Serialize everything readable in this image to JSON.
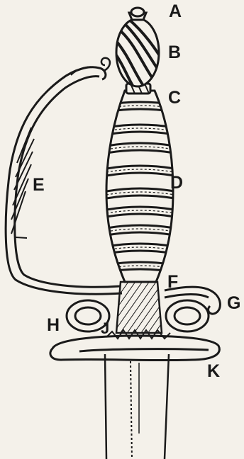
{
  "labels": {
    "a": "A",
    "b": "B",
    "c": "C",
    "d": "D",
    "e": "E",
    "f": "F",
    "g": "G",
    "h": "H",
    "j": "J",
    "k": "K"
  },
  "colors": {
    "ink": "#1a1a1a",
    "paper": "#f4f1ea"
  }
}
